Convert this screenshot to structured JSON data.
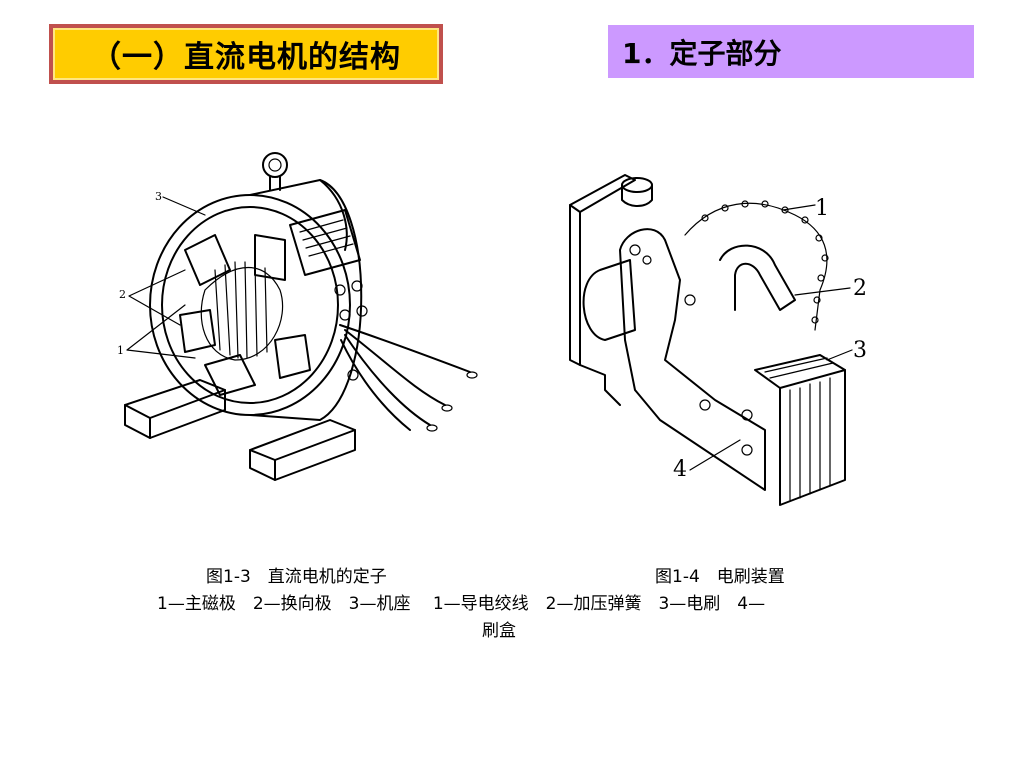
{
  "header": {
    "title": "（一）直流电机的结构",
    "section": "1．定子部分"
  },
  "figure3": {
    "labels": [
      "3",
      "2",
      "1"
    ]
  },
  "figure4": {
    "labels": [
      "1",
      "2",
      "3",
      "4"
    ]
  },
  "captions": {
    "fig3_title": "图1-3　直流电机的定子",
    "fig4_title": "图1-4　电刷装置",
    "legend_line1": "1—主磁极　2—换向极　3—机座　 1—导电绞线　2—加压弹簧　3—电刷　4—",
    "legend_line2": "刷盒"
  }
}
